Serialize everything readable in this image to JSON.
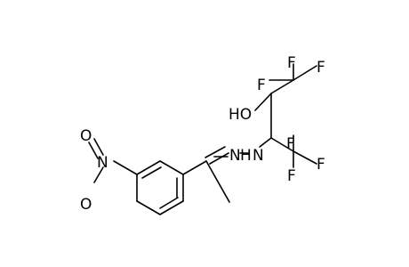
{
  "molecule": {
    "atoms": {
      "F_top_left": "F",
      "F_top_right": "F",
      "F_mid_right": "F",
      "F_bot_right": "F",
      "F_low": "F",
      "F_bottom": "F",
      "HO": "HO",
      "NH": "H",
      "N_hydrazone": "N",
      "N_amine": "N",
      "O_top": "O",
      "O_bottom": "O",
      "N_nitro": "N"
    }
  }
}
